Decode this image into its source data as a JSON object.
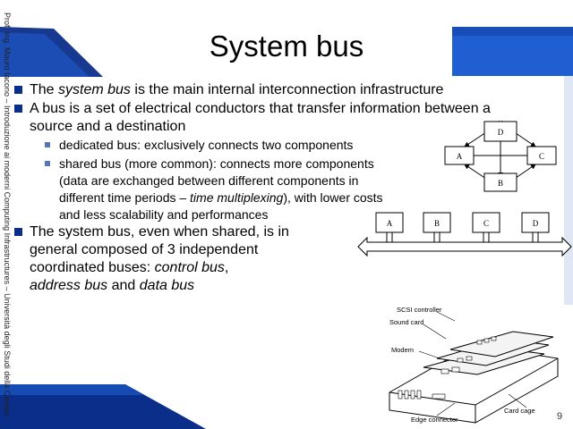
{
  "sidebar_text": "Prof. Ing. Mauro Iacono – Introduzione ai moderni Computing Infrastructures – Università degli Studi della Campania",
  "title": "System bus",
  "bullets": {
    "b1": {
      "pre": "The ",
      "em": "system bus",
      "post": " is the main internal interconnection infrastructure"
    },
    "b2": {
      "line1": "A bus is a set of electrical conductors that transfer information between a",
      "line2": "source and a destination"
    },
    "b2_sub1": "dedicated bus: exclusively connects two components",
    "b2_sub2": {
      "line1": "shared bus (more common): connects more components",
      "line2": "(data are exchanged between different components in",
      "line3_pre": "different time periods – ",
      "line3_em": "time multiplexing",
      "line3_post": "), with lower costs",
      "line4": "and less scalability and performances"
    },
    "b3": {
      "line1": "The system bus, even when shared, is in",
      "line2": "general composed of 3 independent",
      "line3_pre": "coordinated buses: ",
      "line3_em": "control bus",
      "line3_post": ",",
      "line4_em1": "address bus",
      "line4_mid": " and ",
      "line4_em2": "data bus"
    }
  },
  "diagram_dedicated": {
    "nodes": [
      "A",
      "B",
      "C",
      "D"
    ]
  },
  "diagram_shared": {
    "nodes": [
      "A",
      "B",
      "C",
      "D"
    ]
  },
  "photo_labels": {
    "scsi": "SCSI controller",
    "sound": "Sound card",
    "modem": "Modem",
    "edge": "Edge connector",
    "cage": "Card cage"
  },
  "slide_number": "9",
  "colors": {
    "deep_blue": "#0b2e8a",
    "accent_blue": "#1f5fd1",
    "sub_bullet": "#5a74b8"
  }
}
